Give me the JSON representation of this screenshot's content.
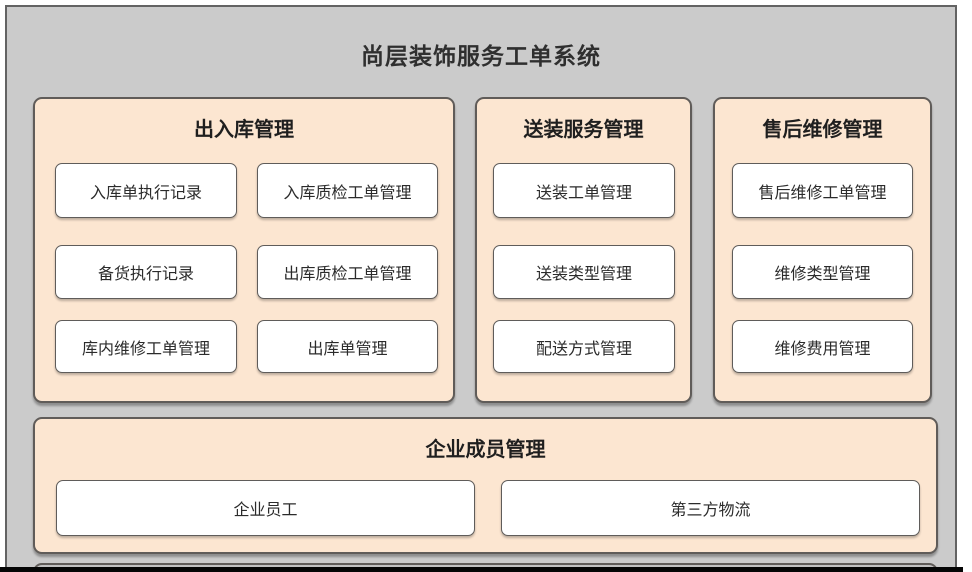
{
  "diagram": {
    "title": "尚层装饰服务工单系统",
    "panels": {
      "warehouse": {
        "title": "出入库管理",
        "items": [
          "入库单执行记录",
          "入库质检工单管理",
          "备货执行记录",
          "出库质检工单管理",
          "库内维修工单管理",
          "出库单管理"
        ]
      },
      "delivery": {
        "title": "送装服务管理",
        "items": [
          "送装工单管理",
          "送装类型管理",
          "配送方式管理"
        ]
      },
      "aftersales": {
        "title": "售后维修管理",
        "items": [
          "售后维修工单管理",
          "维修类型管理",
          "维修费用管理"
        ]
      },
      "members": {
        "title": "企业成员管理",
        "items": [
          "企业员工",
          "第三方物流"
        ]
      }
    },
    "colors": {
      "canvas_bg": "#cbcbcb",
      "panel_bg": "#fce6d1",
      "node_bg": "#ffffff",
      "border": "#5f5c5a",
      "text": "#2b2b2b"
    }
  }
}
